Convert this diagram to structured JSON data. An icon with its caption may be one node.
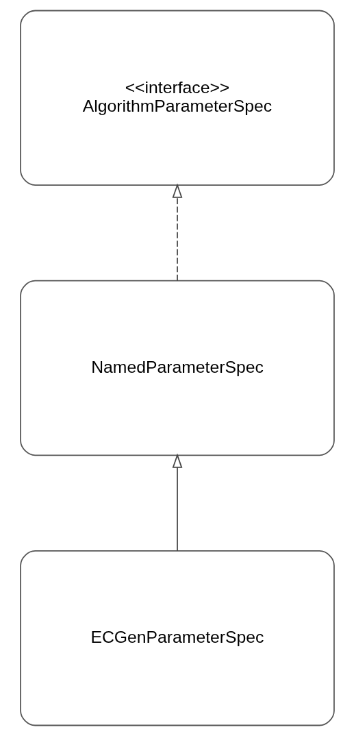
{
  "diagram": {
    "nodes": [
      {
        "text": [
          "<<interface>>",
          "AlgorithmParameterSpec"
        ]
      },
      {
        "text": [
          "NamedParameterSpec"
        ]
      },
      {
        "text": [
          "ECGenParameterSpec"
        ]
      }
    ],
    "edges": [
      {
        "from": 1,
        "to": 0,
        "arrow": "to",
        "style": "dashed"
      },
      {
        "from": 2,
        "to": 1,
        "arrow": "to"
      }
    ]
  }
}
